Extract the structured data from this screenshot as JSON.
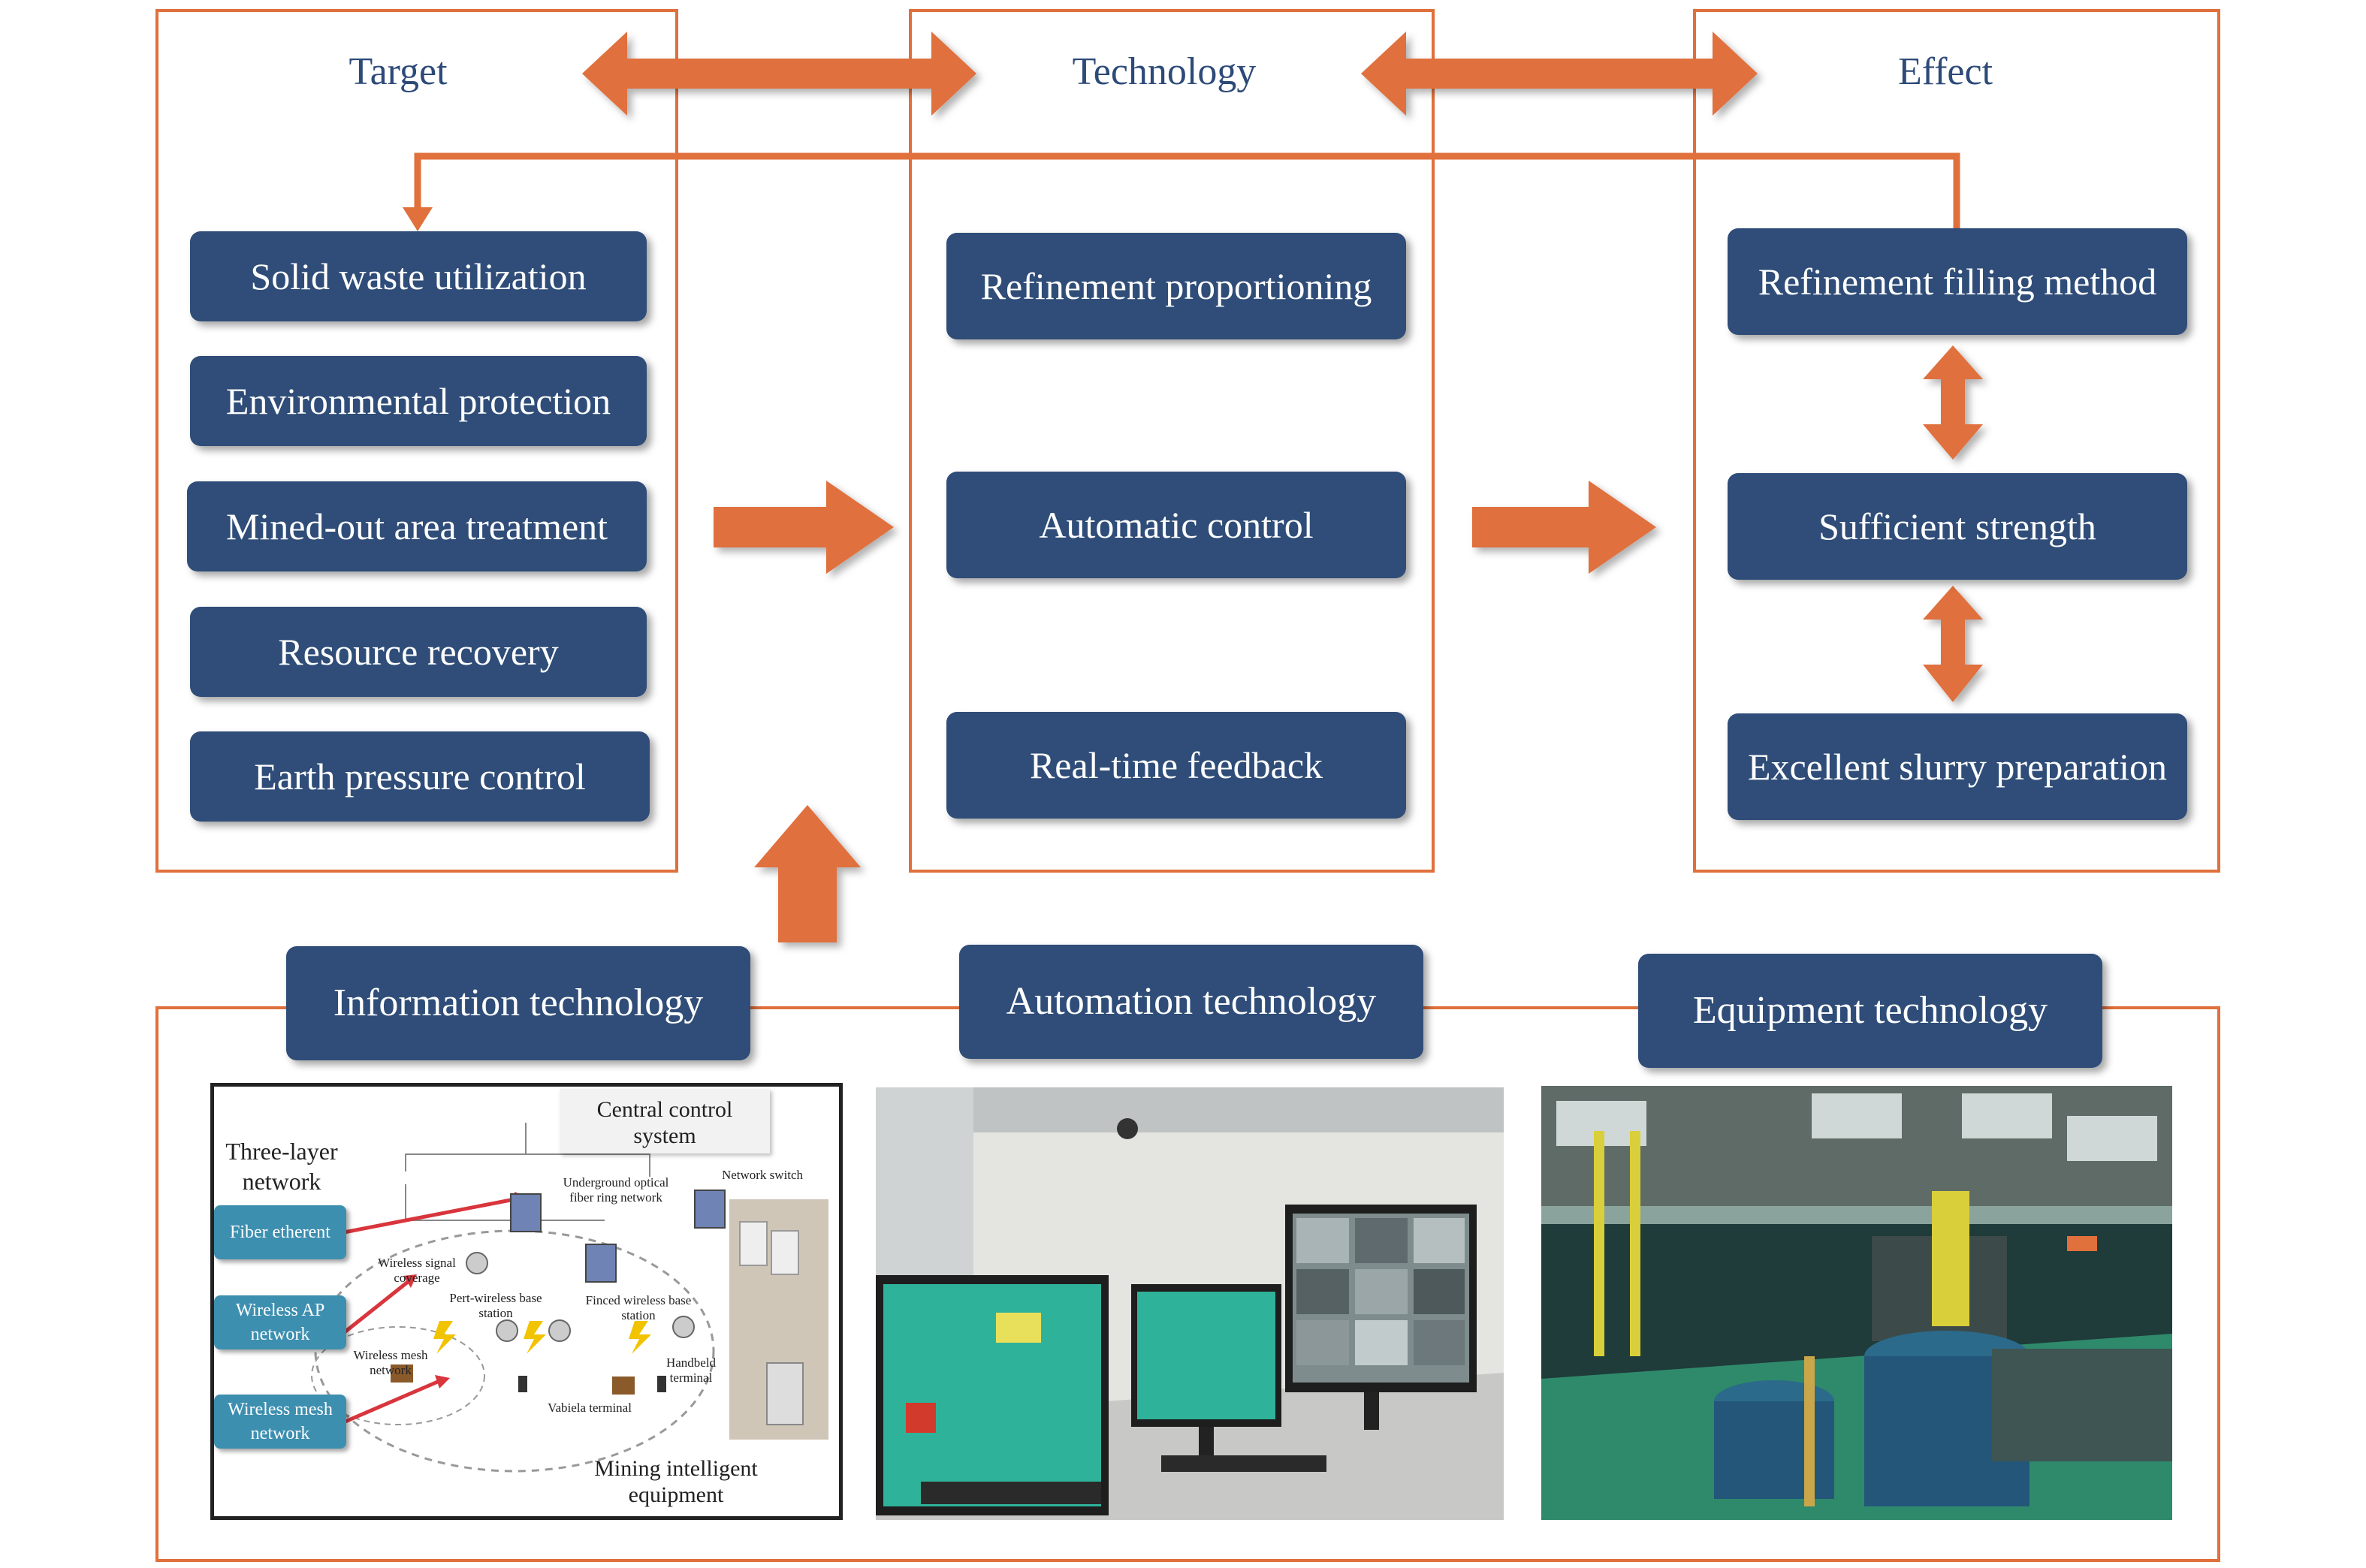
{
  "target": {
    "title": "Target",
    "items": [
      "Solid waste utilization",
      "Environmental protection",
      "Mined-out area treatment",
      "Resource recovery",
      "Earth pressure control"
    ]
  },
  "technology": {
    "title": "Technology",
    "items": [
      "Refinement proportioning",
      "Automatic control",
      "Real-time feedback"
    ]
  },
  "effect": {
    "title": "Effect",
    "items": [
      "Refinement filling method",
      "Sufficient strength",
      "Excellent slurry preparation"
    ]
  },
  "bottom": {
    "labels": [
      "Information technology",
      "Automation technology",
      "Equipment technology"
    ]
  },
  "network_diagram": {
    "title": "Three-layer network",
    "central": "Central control system",
    "fiber": "Fiber etherent",
    "wireless_ap": "Wireless AP network",
    "wireless_mesh": "Wireless mesh network",
    "ring": "Underground optical fiber ring network",
    "switch": "Network switch",
    "coverage": "Wireless signal coverage",
    "pert": "Pert-wireless base station",
    "finced": "Finced wireless base station",
    "mesh_small": "Wireless mesh network",
    "handheld": "Handbeld terminal",
    "vehicle": "Vabiela terminal",
    "equipment": "Mining intelligent equipment"
  },
  "colors": {
    "accent": "#e0703c",
    "box": "#2f4d78",
    "title": "#2d4a78"
  }
}
